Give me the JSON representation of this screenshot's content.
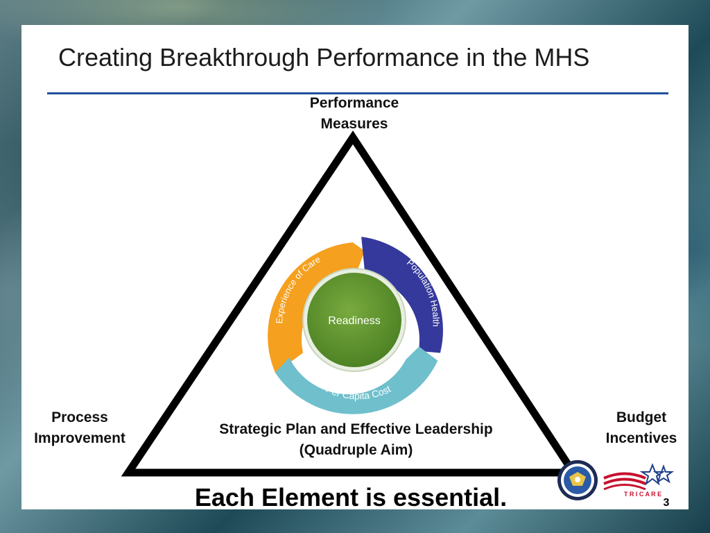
{
  "slide": {
    "title": "Creating Breakthrough Performance in the MHS",
    "page_number": "3"
  },
  "diagram": {
    "vertices": {
      "top": "Performance\nMeasures",
      "left": "Process\nImprovement",
      "right": "Budget\nIncentives"
    },
    "base_text": "Strategic Plan and Effective Leadership\n(Quadruple Aim)",
    "cycle": {
      "center": "Readiness",
      "segments": [
        "Experience of Care",
        "Population Health",
        "Per Capita Cost"
      ]
    },
    "colors": {
      "triangle": "#000000",
      "experience_of_care": "#f5a01e",
      "population_health": "#3a3fa0",
      "per_capita_cost": "#6fc0cc",
      "readiness": "#5a8f2a"
    }
  },
  "footer": {
    "statement": "Each Element is essential."
  },
  "logos": {
    "tricare_wordmark": "T R I C A R E"
  }
}
